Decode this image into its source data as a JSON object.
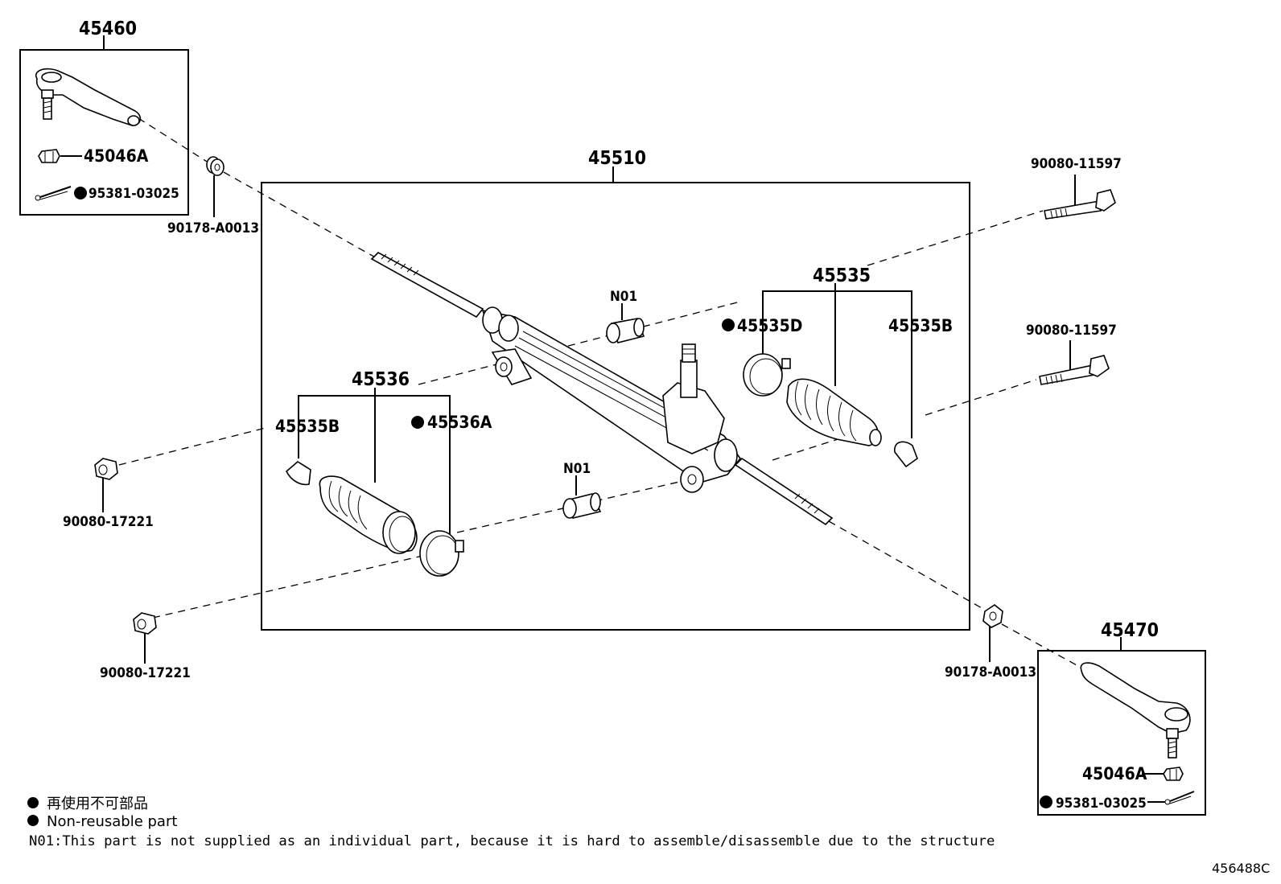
{
  "callouts": {
    "tie_rod_end_left": "45460",
    "nut_left": "45046A",
    "cotter_pin_left": "95381-03025",
    "washer_left": "90178-A0013",
    "gear_assembly": "45510",
    "bolt_upper": "90080-11597",
    "bolt_middle": "90080-11597",
    "nut_left_upper": "90080-17221",
    "nut_left_lower": "90080-17221",
    "bushing_upper": "N01",
    "bushing_lower": "N01",
    "boot_set_right": "45535",
    "clamp_right_d": "45535D",
    "clip_right_b": "45535B",
    "boot_set_left": "45536",
    "clip_left_b": "45535B",
    "clamp_left_a": "45536A",
    "washer_right": "90178-A0013",
    "tie_rod_end_right": "45470",
    "nut_right": "45046A",
    "cotter_pin_right": "95381-03025"
  },
  "legend": {
    "jp": "再使用不可部品",
    "en": "Non-reusable part"
  },
  "note": "N01:This part is not supplied as an individual part, because it is hard to assemble/disassemble due to the structure",
  "reference_code": "456488C"
}
